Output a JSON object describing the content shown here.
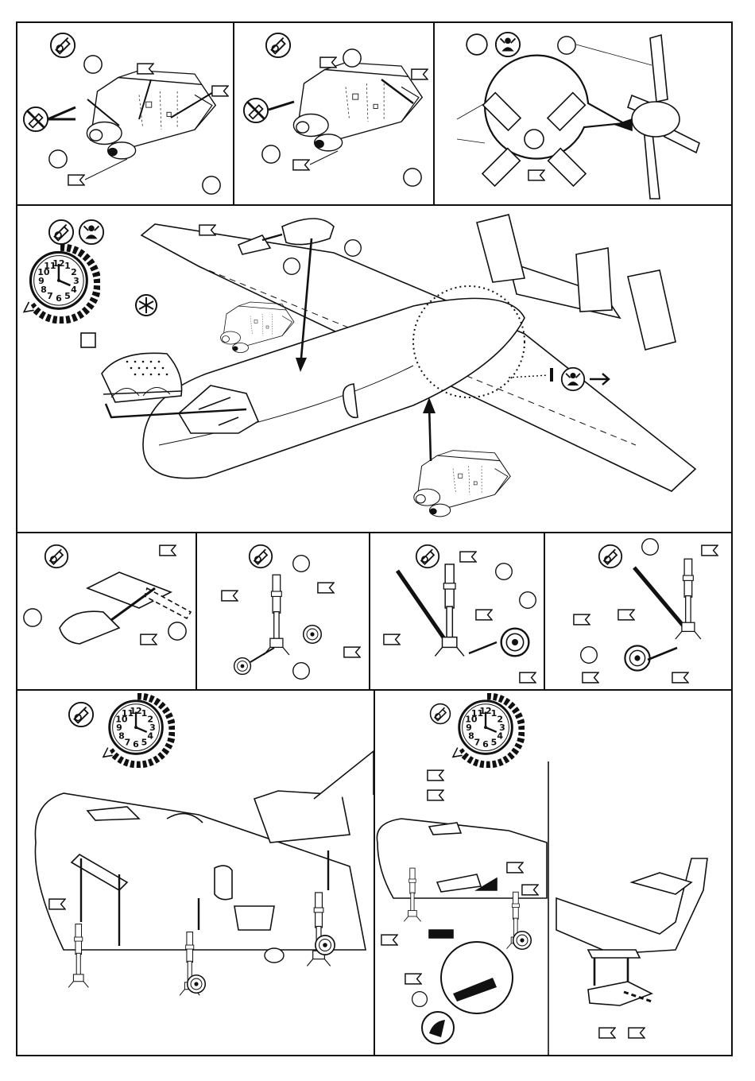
{
  "sheet": {
    "title": "",
    "clock_numerals": [
      "12",
      "1",
      "2",
      "3",
      "4",
      "5",
      "6",
      "7",
      "8",
      "9",
      "10",
      "11"
    ]
  },
  "panels": [
    {
      "id": "panel-1",
      "name": "engine-nacelle-assembly-a",
      "callouts": 5
    },
    {
      "id": "panel-2",
      "name": "engine-nacelle-assembly-b",
      "callouts": 4
    },
    {
      "id": "panel-3",
      "name": "propeller-assembly",
      "callouts": 2
    },
    {
      "id": "panel-4",
      "name": "wing-and-cockpit-assembly",
      "callouts": 4
    },
    {
      "id": "panel-5",
      "name": "gear-door-assembly",
      "callouts": 3
    },
    {
      "id": "panel-6",
      "name": "main-gear-strut-left",
      "callouts": 4
    },
    {
      "id": "panel-7",
      "name": "main-gear-strut-right",
      "callouts": 4
    },
    {
      "id": "panel-8",
      "name": "nose-gear-strut",
      "callouts": 5
    },
    {
      "id": "panel-9",
      "name": "fuselage-gear-installation",
      "callouts": 2
    },
    {
      "id": "panel-10",
      "name": "underside-doors-installation",
      "callouts": 6
    },
    {
      "id": "panel-11",
      "name": "tail-bumper-installation",
      "callouts": 2
    }
  ],
  "icons": {
    "glue": "glue-tube-icon",
    "no_glue": "no-glue-icon",
    "paint": "paint-icon",
    "clock": "drying-time-clock-icon",
    "flag": "part-number-flag-icon",
    "asterisk": "asterisk-icon",
    "arrow": "direction-arrow-icon"
  },
  "colors": {
    "ink": "#111111",
    "paper": "#ffffff"
  }
}
